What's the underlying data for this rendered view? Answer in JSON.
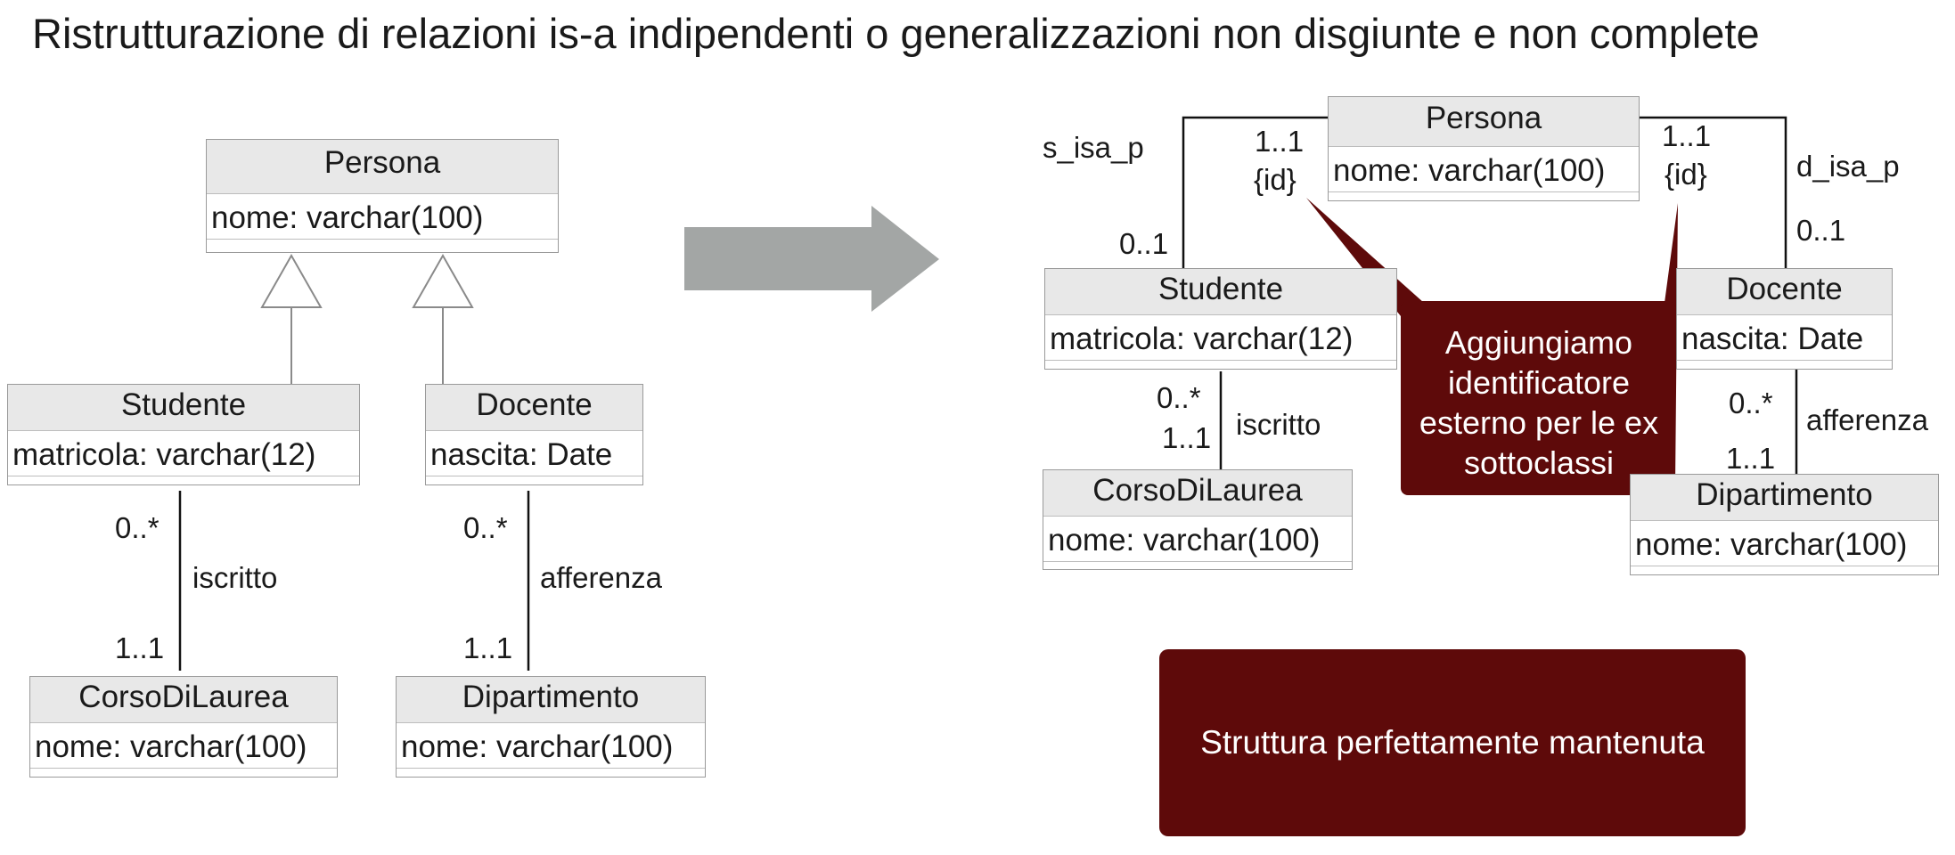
{
  "title": "Ristrutturazione di relazioni is-a indipendenti o generalizzazioni non disgiunte e non complete",
  "left": {
    "persona": {
      "name": "Persona",
      "attr": "nome: varchar(100)"
    },
    "studente": {
      "name": "Studente",
      "attr": "matricola: varchar(12)"
    },
    "docente": {
      "name": "Docente",
      "attr": "nascita: Date"
    },
    "corso": {
      "name": "CorsoDiLaurea",
      "attr": "nome: varchar(100)"
    },
    "dipartimento": {
      "name": "Dipartimento",
      "attr": "nome: varchar(100)"
    },
    "iscritto": {
      "label": "iscritto",
      "mult_top": "0..*",
      "mult_bottom": "1..1"
    },
    "afferenza": {
      "label": "afferenza",
      "mult_top": "0..*",
      "mult_bottom": "1..1"
    }
  },
  "right": {
    "persona": {
      "name": "Persona",
      "attr": "nome: varchar(100)"
    },
    "studente": {
      "name": "Studente",
      "attr": "matricola: varchar(12)"
    },
    "docente": {
      "name": "Docente",
      "attr": "nascita: Date"
    },
    "corso": {
      "name": "CorsoDiLaurea",
      "attr": "nome: varchar(100)"
    },
    "dipartimento": {
      "name": "Dipartimento",
      "attr": "nome: varchar(100)"
    },
    "s_isa_p": {
      "label": "s_isa_p",
      "mult_persona": "1..1",
      "id": "{id}",
      "mult_sub": "0..1"
    },
    "d_isa_p": {
      "label": "d_isa_p",
      "mult_persona": "1..1",
      "id": "{id}",
      "mult_sub": "0..1"
    },
    "iscritto": {
      "label": "iscritto",
      "mult_top": "0..*",
      "mult_bottom": "1..1"
    },
    "afferenza": {
      "label": "afferenza",
      "mult_top": "0..*",
      "mult_bottom": "1..1"
    }
  },
  "callout": {
    "lines": [
      "Aggiungiamo",
      "identificatore",
      "esterno per le ex",
      "sottoclassi"
    ]
  },
  "banner": "Struttura perfettamente mantenuta",
  "colors": {
    "callout_bg": "#5e0a0a",
    "arrow": "#a3a6a5",
    "header_bg": "#e8e8e8"
  }
}
